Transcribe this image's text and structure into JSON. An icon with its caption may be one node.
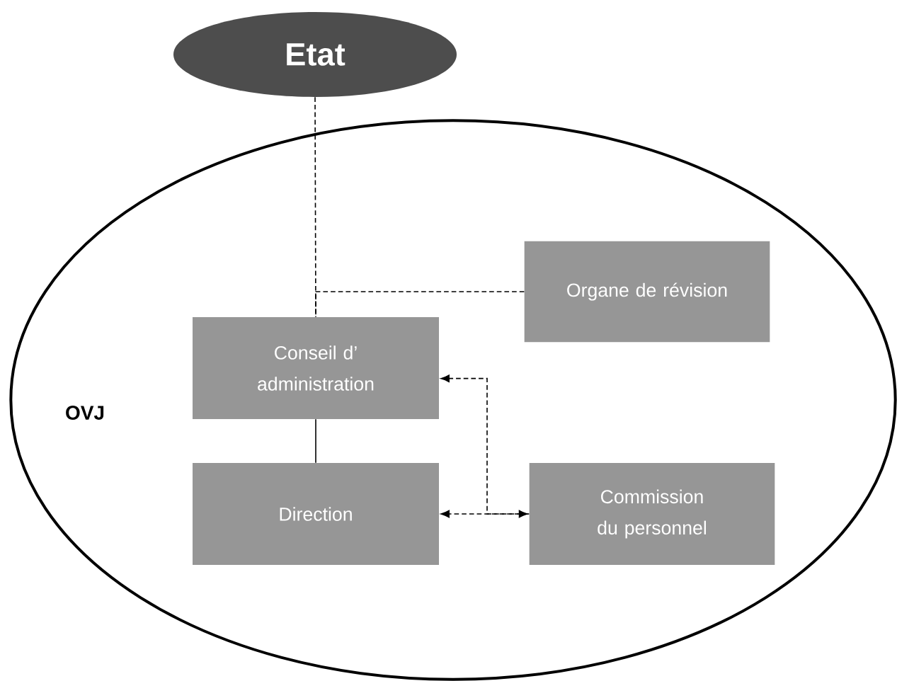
{
  "diagram": {
    "nodes": [
      {
        "text": [
          "Etat"
        ]
      },
      {
        "text": [
          "OVJ"
        ]
      },
      {
        "text": [
          "Conseil d’ administration"
        ],
        "in": 1
      },
      {
        "text": [
          "Organe de révision"
        ],
        "in": 1
      },
      {
        "text": [
          "Direction"
        ],
        "in": 1
      },
      {
        "text": [
          "Commission du personnel"
        ],
        "in": 1
      }
    ],
    "edges": [
      {
        "from": 0,
        "to": 2,
        "arrow": "none",
        "style": "dashed"
      },
      {
        "from": 3,
        "to": 2,
        "arrow": "none",
        "style": "dashed"
      },
      {
        "from": 2,
        "to": 4,
        "arrow": "none"
      },
      {
        "from": 5,
        "to": 4,
        "arrow": "both",
        "style": "dashed"
      },
      {
        "from": 5,
        "to": 2,
        "arrow": "to",
        "style": "dashed"
      }
    ]
  }
}
